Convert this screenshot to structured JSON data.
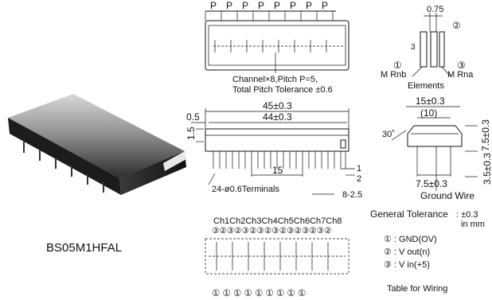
{
  "product_name": "BS05M1HFAL",
  "top_view": {
    "pitch_label": "P",
    "note_line1": "Channel×8,Pitch P=5,",
    "note_line2": "Total Pitch Tolerance ±0.6"
  },
  "elements": {
    "dim_075": "0.75",
    "circ1": "①",
    "circ2": "②",
    "circ3": "③",
    "label_left": "M Rnb",
    "label_right": "M Rna",
    "dim_3": "3",
    "caption": "Elements"
  },
  "front_view": {
    "dim_45": "45±0.3",
    "dim_44": "44±0.3",
    "dim_05": "0.5",
    "dim_15v": "1.5",
    "dim_15": "15",
    "dim_1": "1",
    "dim_2": "2",
    "terminals": "24-ø0.6Terminals",
    "dim_8_25": "8-2.5"
  },
  "side_view": {
    "dim_15": "15±0.3",
    "dim_10": "(10)",
    "angle": "30˚",
    "dim_75": "7.5±0.3",
    "dim_75b": "7.5±0.3",
    "dim_35": "3.5±0.3",
    "ground": "Ground Wire"
  },
  "tolerance": {
    "label": "General Tolerance",
    "value": ": ±0.3",
    "unit": "in mm"
  },
  "wiring": {
    "channels": "Ch1Ch2Ch3Ch4Ch5Ch6Ch7Ch8",
    "top_row": "③②③②③②③②③②③②③②③②",
    "bottom_row": "① ① ① ① ① ① ① ① ①"
  },
  "legend": {
    "item1": "① : GND(OV)",
    "item2": "② : V out(n)",
    "item3": "③ : V in(+5)",
    "caption": "Table for Wiring"
  }
}
